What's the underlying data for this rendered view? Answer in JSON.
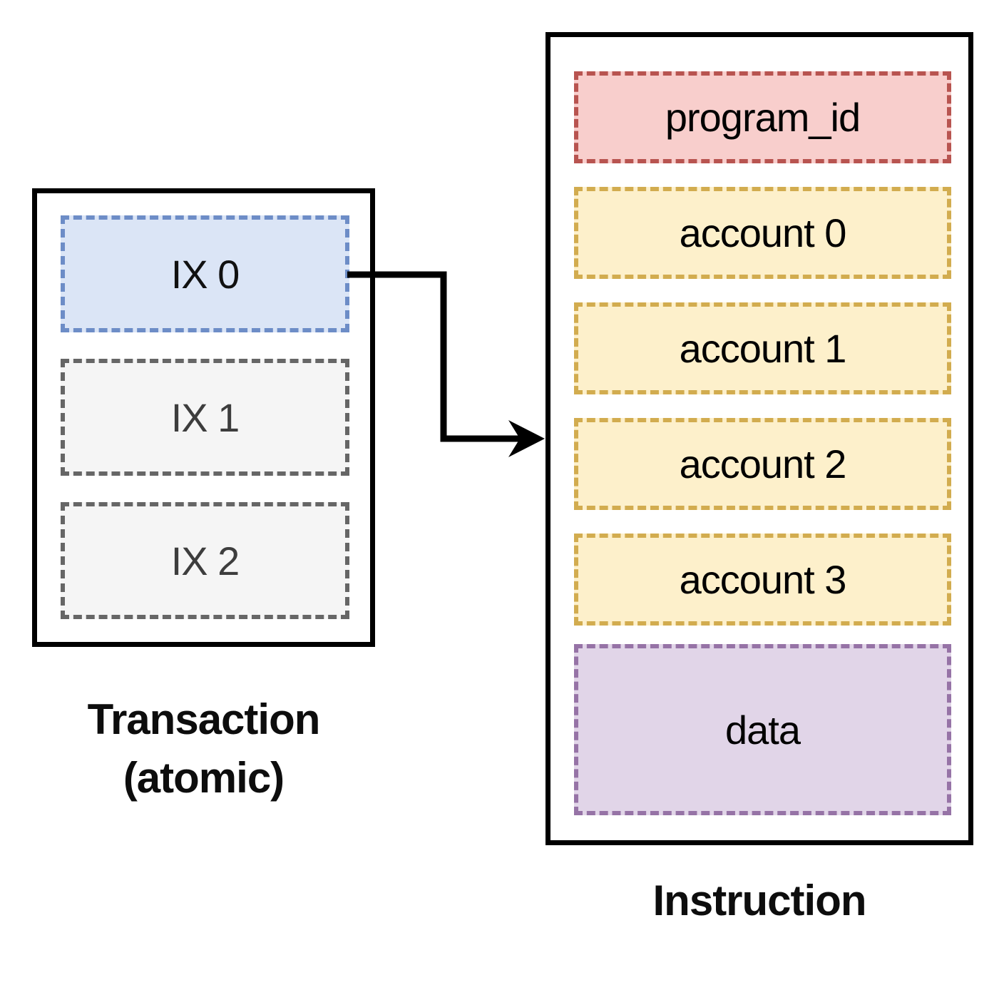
{
  "transaction": {
    "caption_line1": "Transaction",
    "caption_line2": "(atomic)",
    "instructions": [
      {
        "label": "IX 0",
        "highlighted": true
      },
      {
        "label": "IX 1",
        "highlighted": false
      },
      {
        "label": "IX 2",
        "highlighted": false
      }
    ]
  },
  "instruction": {
    "caption": "Instruction",
    "fields": [
      {
        "label": "program_id",
        "type": "program"
      },
      {
        "label": "account 0",
        "type": "account"
      },
      {
        "label": "account 1",
        "type": "account"
      },
      {
        "label": "account 2",
        "type": "account"
      },
      {
        "label": "account 3",
        "type": "account"
      },
      {
        "label": "data",
        "type": "data"
      }
    ]
  },
  "colors": {
    "box_border": "#000000",
    "ix_active_fill": "#dbe5f6",
    "ix_active_border": "#6d8dc7",
    "ix_fill": "#f5f5f5",
    "ix_border": "#666666",
    "program_fill": "#f8cecc",
    "program_border": "#b85450",
    "account_fill": "#fdf0cb",
    "account_border": "#d2ac4f",
    "data_fill": "#e1d5e8",
    "data_border": "#9673a6",
    "arrow": "#000000"
  }
}
